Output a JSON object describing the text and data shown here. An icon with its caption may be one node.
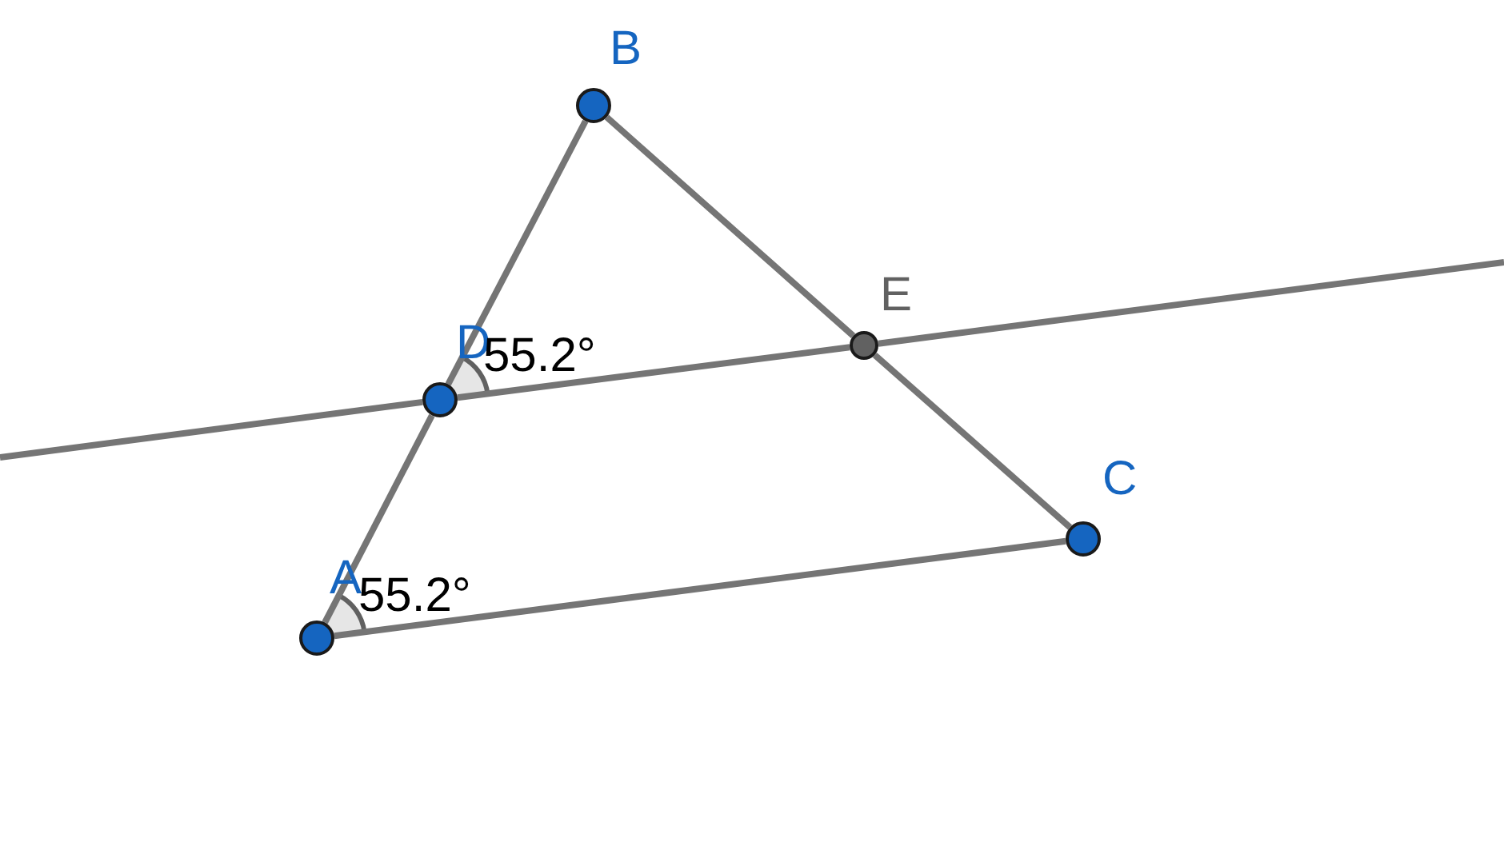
{
  "diagram": {
    "nodes": [
      {
        "text": [
          "B"
        ]
      },
      {
        "text": [
          "E"
        ]
      },
      {
        "text": [
          "D"
        ]
      },
      {
        "text": [
          "C"
        ]
      },
      {
        "text": [
          "A"
        ]
      }
    ],
    "edges": [
      {
        "from": 0,
        "to": 2,
        "arrow": "none"
      },
      {
        "from": 2,
        "to": 4,
        "arrow": "none"
      },
      {
        "from": 0,
        "to": 1,
        "arrow": "none"
      },
      {
        "from": 1,
        "to": 3,
        "arrow": "none"
      },
      {
        "from": 4,
        "to": 3,
        "arrow": "none"
      },
      {
        "from": 2,
        "to": 1,
        "arrow": "none"
      },
      {
        "from": null,
        "to": 2,
        "arrow": "none"
      },
      {
        "from": 1,
        "to": null,
        "arrow": "none"
      }
    ],
    "labels": [
      "55.2°",
      "55.2°"
    ]
  }
}
